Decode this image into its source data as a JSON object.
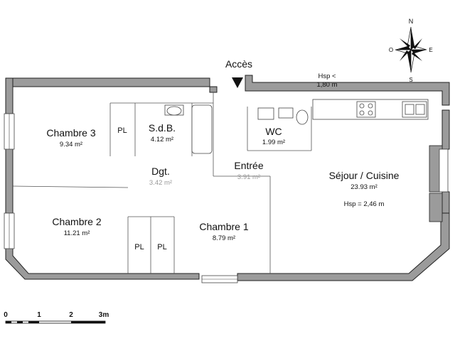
{
  "access_label": "Accès",
  "ceiling_note": {
    "line1": "Hsp <",
    "line2": "1,80 m"
  },
  "rooms": {
    "chambre3": {
      "name": "Chambre 3",
      "area": "9.34 m²"
    },
    "sdb": {
      "name": "S.d.B.",
      "area": "4.12 m²"
    },
    "wc": {
      "name": "WC",
      "area": "1.99 m²"
    },
    "entree": {
      "name": "Entrée",
      "area": "3.91 m²"
    },
    "dgt": {
      "name": "Dgt.",
      "area": "3.42 m²"
    },
    "sejour": {
      "name": "Séjour / Cuisine",
      "area": "23.93 m²",
      "height": "Hsp =  2,46 m"
    },
    "chambre2": {
      "name": "Chambre 2",
      "area": "11.21 m²"
    },
    "chambre1": {
      "name": "Chambre 1",
      "area": "8.79 m²"
    }
  },
  "closets": [
    "PL",
    "PL",
    "PL"
  ],
  "compass": {
    "n": "N",
    "s": "S",
    "e": "E",
    "o": "O"
  },
  "scale": {
    "labels": [
      "0",
      "1",
      "2",
      "3m"
    ]
  },
  "colors": {
    "wall": "#9b9b9b",
    "line": "#222222"
  }
}
